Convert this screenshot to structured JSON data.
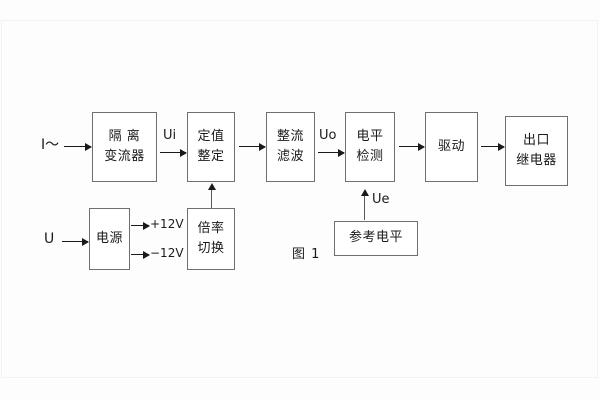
{
  "figure": {
    "caption": "图 1",
    "background_color": "#fdfdfd",
    "line_color": "#1a1a1a",
    "box_border_color": "#6f6f6f"
  },
  "inputs": {
    "current": "I～",
    "voltage": "U"
  },
  "signals": {
    "ui": "Ui",
    "uo": "Uo",
    "ue": "Ue",
    "pos12v": "+12V",
    "neg12v": "−12V"
  },
  "blocks": {
    "isolation_ct": {
      "line1": "隔 离",
      "line2": "变流器"
    },
    "setting": {
      "line1": "定值",
      "line2": "整定"
    },
    "rectify_filter": {
      "line1": "整流",
      "line2": "滤波"
    },
    "level_detect": {
      "line1": "电平",
      "line2": "检测"
    },
    "drive": {
      "line1": "驱动"
    },
    "output_relay": {
      "line1": "出口",
      "line2": "继电器"
    },
    "power_supply": {
      "line1": "电源"
    },
    "multiplier_switch": {
      "line1": "倍率",
      "line2": "切换"
    },
    "reference_level": {
      "line1": "参考电平"
    }
  }
}
